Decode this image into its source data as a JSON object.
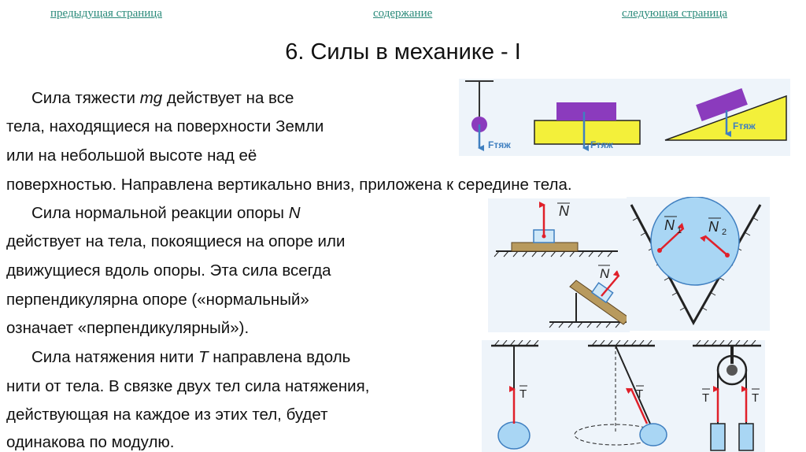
{
  "nav": {
    "prev": "предыдущая страница",
    "contents": "содержание",
    "next": "следующая страница"
  },
  "title": "6. Силы в механике - I",
  "paragraphs": {
    "gravity": {
      "l1_pre": "Сила тяжести ",
      "l1_var": "mg",
      "l1_post": " действует на все",
      "l2": "тела, находящиеся на поверхности Земли",
      "l3": "или на небольшой высоте над её",
      "l4": "поверхностью. Направлена вертикально вниз, приложена к середине тела."
    },
    "normal": {
      "l1_pre": "Сила нормальной реакции опоры ",
      "l1_var": "N",
      "l2": " действует на тела, покоящиеся на опоре или",
      "l3": "движущиеся вдоль опоры. Эта сила всегда",
      "l4": "перпендикулярна опоре («нормальный»",
      "l5": "означает «перпендикулярный»)."
    },
    "tension": {
      "l1_pre": "Сила натяжения нити ",
      "l1_var": "T",
      "l1_post": " направлена вдоль",
      "l2": "нити от тела. В связке двух тел сила натяжения,",
      "l3": "действующая на каждое из этих тел, будет",
      "l4": "одинакова по модулю."
    }
  },
  "figures": {
    "gravity_label": "Fтяж",
    "normal_label": "N",
    "n1_label": "N",
    "n1_sub": "1",
    "n2_label": "N",
    "n2_sub": "2",
    "tension_label": "T",
    "colors": {
      "panel_bg": "#eef4fa",
      "body_purple": "#8b3bbd",
      "surface_yellow": "#f3f03a",
      "arrow_blue": "#3f7fc0",
      "arrow_red": "#e0202a",
      "box_blue": "#cfe8f8",
      "wood": "#b89a5e",
      "ball_blue": "#a9d6f4"
    }
  }
}
